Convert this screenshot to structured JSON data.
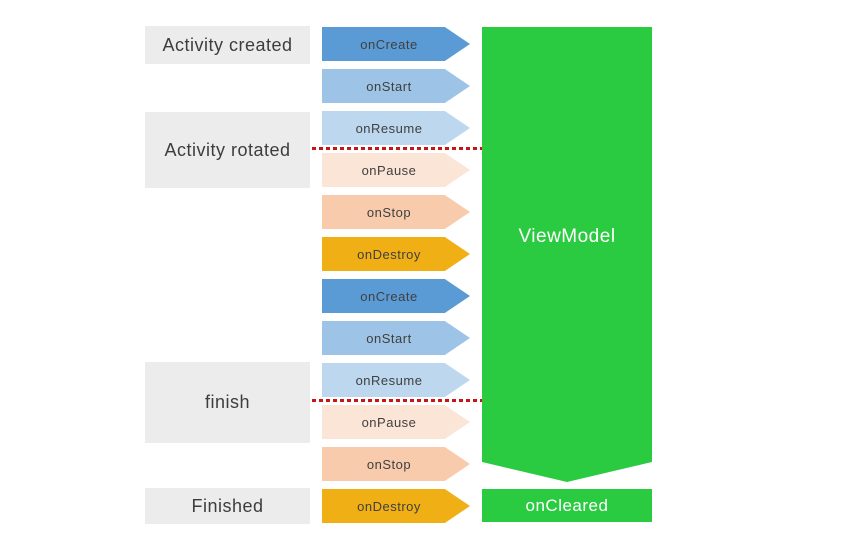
{
  "stage_labels": {
    "created": "Activity created",
    "rotated": "Activity rotated",
    "finish": "finish",
    "finished": "Finished"
  },
  "arrows": [
    {
      "label": "onCreate",
      "color": "#5b9bd5"
    },
    {
      "label": "onStart",
      "color": "#9dc3e6"
    },
    {
      "label": "onResume",
      "color": "#bdd7ee"
    },
    {
      "label": "onPause",
      "color": "#fbe5d6"
    },
    {
      "label": "onStop",
      "color": "#f8cbad"
    },
    {
      "label": "onDestroy",
      "color": "#f0af14"
    },
    {
      "label": "onCreate",
      "color": "#5b9bd5"
    },
    {
      "label": "onStart",
      "color": "#9dc3e6"
    },
    {
      "label": "onResume",
      "color": "#bdd7ee"
    },
    {
      "label": "onPause",
      "color": "#fbe5d6"
    },
    {
      "label": "onStop",
      "color": "#f8cbad"
    },
    {
      "label": "onDestroy",
      "color": "#f0af14"
    }
  ],
  "viewmodel": {
    "label": "ViewModel",
    "color": "#2acb40"
  },
  "oncleared": {
    "label": "onCleared",
    "color": "#2acb40"
  },
  "dashed_line_color": "#c81414",
  "label_box_color": "#ececec"
}
